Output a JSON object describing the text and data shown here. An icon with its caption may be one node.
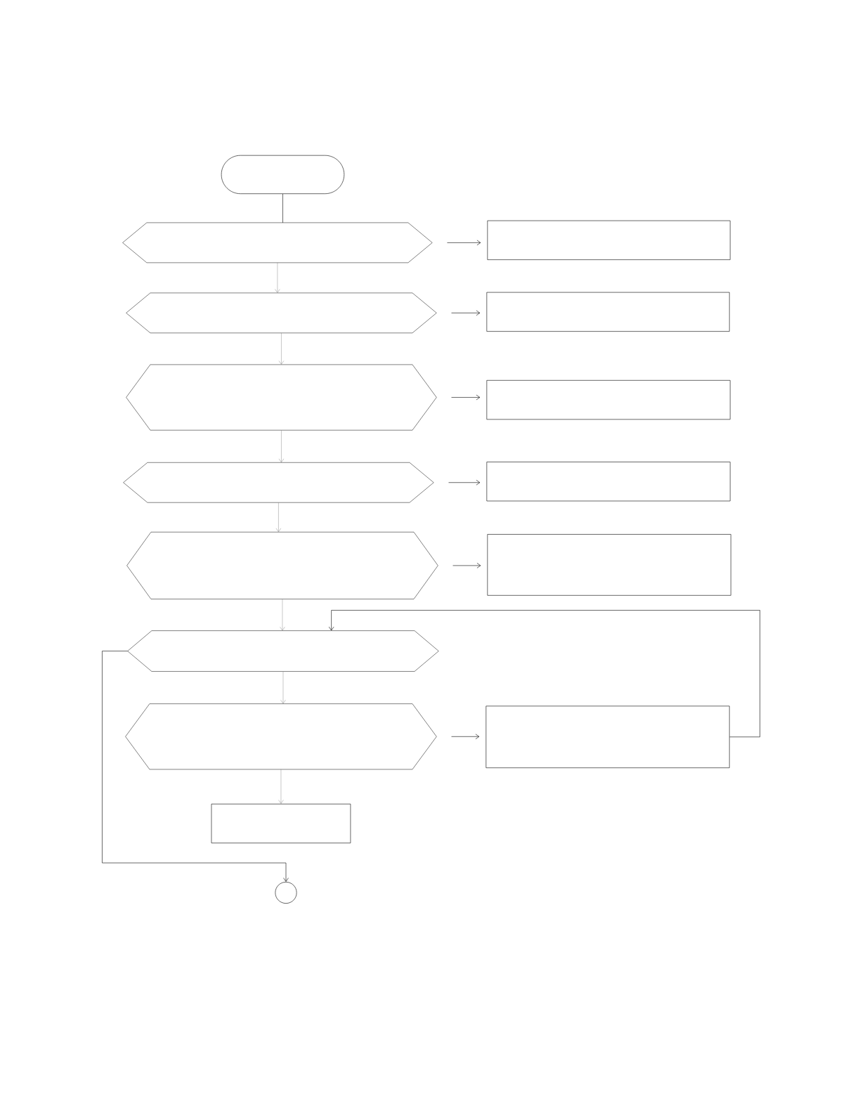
{
  "diagram": {
    "nodes": [
      {
        "text": [],
        "shape": "terminal"
      },
      {
        "text": [],
        "shape": "hexagon"
      },
      {
        "text": [],
        "shape": "box"
      },
      {
        "text": [],
        "shape": "hexagon"
      },
      {
        "text": [],
        "shape": "box"
      },
      {
        "text": [],
        "shape": "hexagon"
      },
      {
        "text": [],
        "shape": "box"
      },
      {
        "text": [],
        "shape": "hexagon"
      },
      {
        "text": [],
        "shape": "box"
      },
      {
        "text": [],
        "shape": "hexagon"
      },
      {
        "text": [],
        "shape": "box"
      },
      {
        "text": [],
        "shape": "hexagon"
      },
      {
        "text": [],
        "shape": "hexagon"
      },
      {
        "text": [],
        "shape": "box"
      },
      {
        "text": [],
        "shape": "box"
      },
      {
        "text": [],
        "shape": "circle"
      }
    ],
    "edges": [
      {
        "from": 0,
        "to": 1,
        "arrow": "none"
      },
      {
        "from": 1,
        "to": 2,
        "arrow": "to"
      },
      {
        "from": 1,
        "to": 3,
        "arrow": "to",
        "color": "#808080"
      },
      {
        "from": 3,
        "to": 4,
        "arrow": "to"
      },
      {
        "from": 3,
        "to": 5,
        "arrow": "to",
        "color": "#808080"
      },
      {
        "from": 5,
        "to": 6,
        "arrow": "to"
      },
      {
        "from": 5,
        "to": 7,
        "arrow": "to",
        "color": "#808080"
      },
      {
        "from": 7,
        "to": 8,
        "arrow": "to"
      },
      {
        "from": 7,
        "to": 9,
        "arrow": "to",
        "color": "#808080"
      },
      {
        "from": 9,
        "to": 10,
        "arrow": "to"
      },
      {
        "from": 9,
        "to": 11,
        "arrow": "to",
        "color": "#808080"
      },
      {
        "from": 13,
        "to": 11,
        "arrow": "to"
      },
      {
        "from": 11,
        "to": 12,
        "arrow": "to",
        "color": "#808080"
      },
      {
        "from": 11,
        "to": 15,
        "arrow": "to"
      },
      {
        "from": 12,
        "to": 13,
        "arrow": "to"
      },
      {
        "from": 12,
        "to": 14,
        "arrow": "to",
        "color": "#808080"
      }
    ]
  }
}
